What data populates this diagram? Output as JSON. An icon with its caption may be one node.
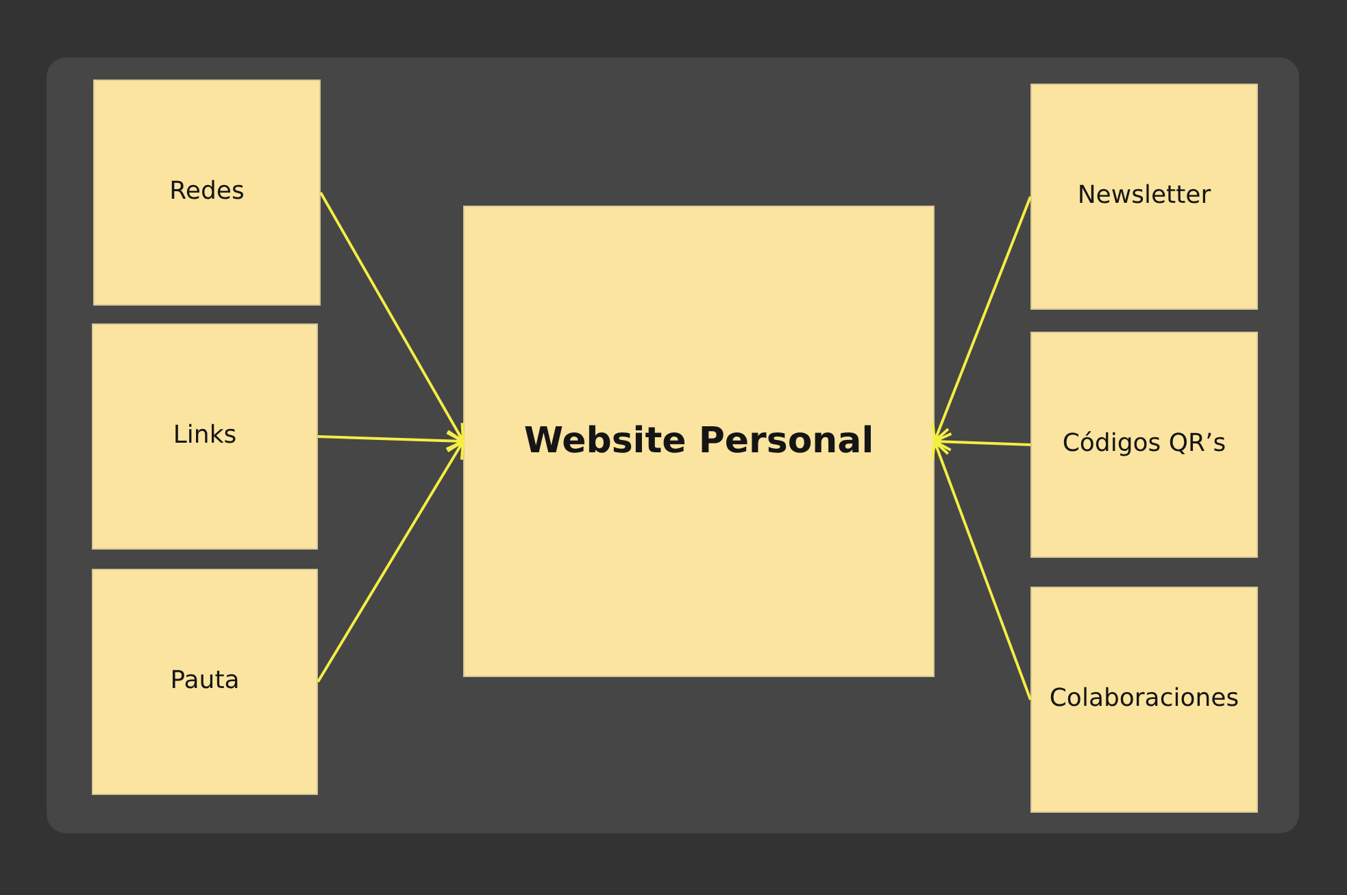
{
  "diagram": {
    "nodes": [
      {
        "text": [
          "Redes"
        ]
      },
      {
        "text": [
          "Links"
        ]
      },
      {
        "text": [
          "Pauta"
        ]
      },
      {
        "text": [
          "Website Personal"
        ]
      },
      {
        "text": [
          "Newsletter"
        ]
      },
      {
        "text": [
          "Códigos QR’s"
        ]
      },
      {
        "text": [
          "Colaboraciones"
        ]
      }
    ],
    "edges": [
      {
        "from": 0,
        "to": 3,
        "arrow": "to"
      },
      {
        "from": 1,
        "to": 3,
        "arrow": "to"
      },
      {
        "from": 2,
        "to": 3,
        "arrow": "to"
      },
      {
        "from": 4,
        "to": 3,
        "arrow": "to"
      },
      {
        "from": 5,
        "to": 3,
        "arrow": "to"
      },
      {
        "from": 6,
        "to": 3,
        "arrow": "to"
      }
    ]
  }
}
